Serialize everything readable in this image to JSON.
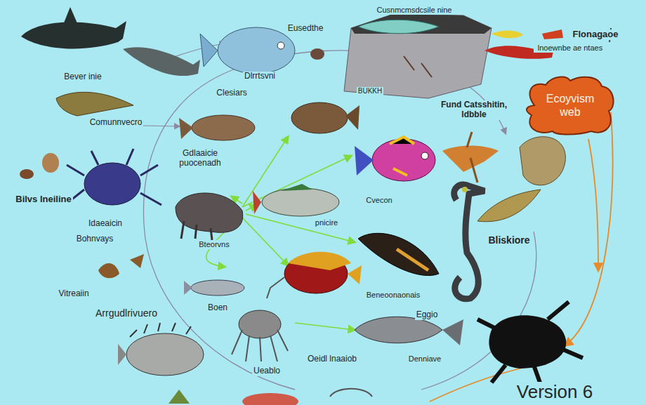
{
  "diagram": {
    "nodes": [
      {
        "text": [
          "Ecoyvism web"
        ]
      }
    ],
    "labels": [
      "Cusnmcmsdcsile nine",
      "Eusedthe",
      "Dlrrtsvni",
      "Clesiars",
      "Bever inie",
      "Flonagaoe",
      "lnoewnbe ae ntaes",
      "BUKKH",
      "Fund Catsshitin, ldbble",
      "Comunnvecro",
      "Gdlaaicie puocenadh",
      "Bilvs lneiline",
      "Idaeaicin",
      "Bohnvays",
      "Vitreaiin",
      "Arrgudlrivuero",
      "Bteorvns",
      "Cvecon",
      "pnicire",
      "Bliskiore",
      "Beneoonaonais",
      "Eggio",
      "Boen",
      "Ueablo",
      "Oeidl lnaaiob",
      "Denniave",
      "Version 6"
    ]
  }
}
